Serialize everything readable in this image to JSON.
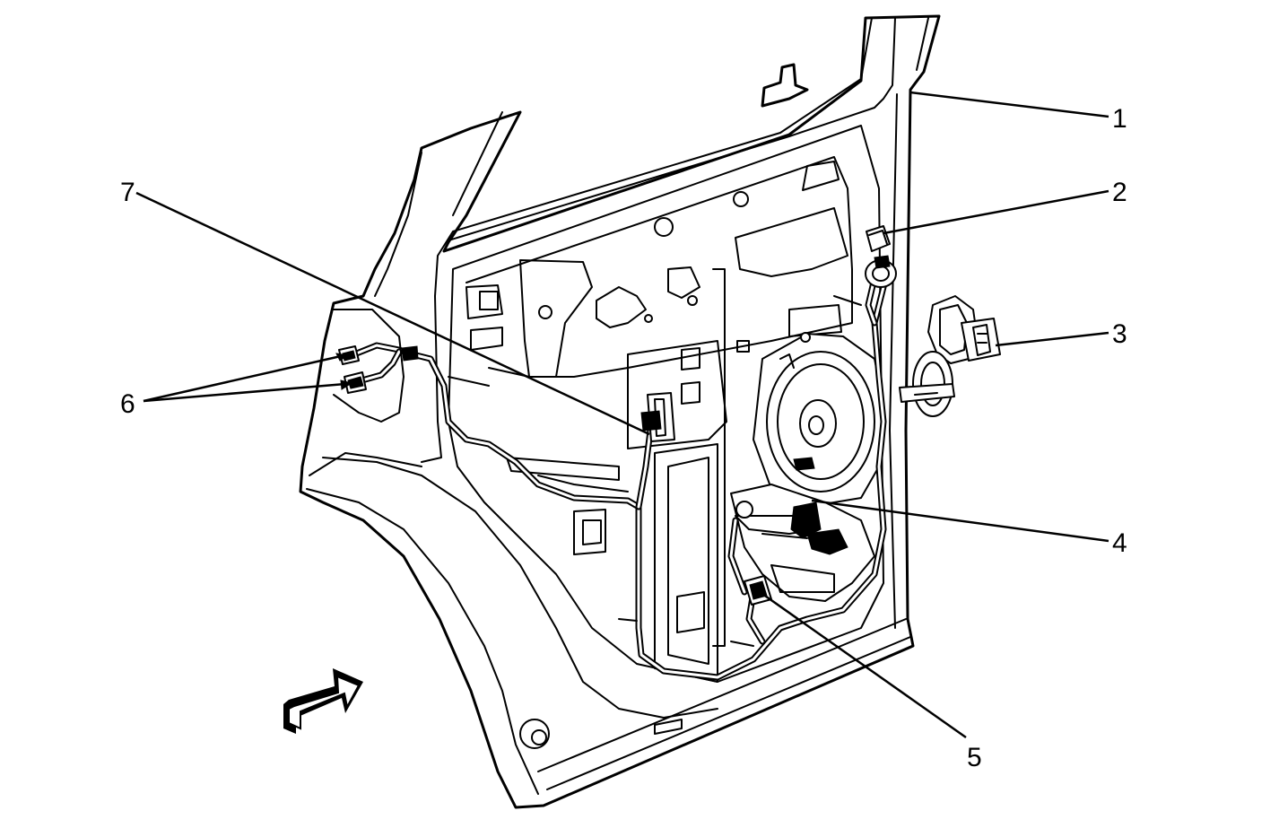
{
  "callouts": {
    "c1": "1",
    "c2": "2",
    "c3": "3",
    "c4": "4",
    "c5": "5",
    "c6": "6",
    "c7": "7"
  },
  "colors": {
    "line": "#000000",
    "background": "#ffffff"
  },
  "icons": {
    "view_arrow": "view-direction-arrow-icon"
  }
}
